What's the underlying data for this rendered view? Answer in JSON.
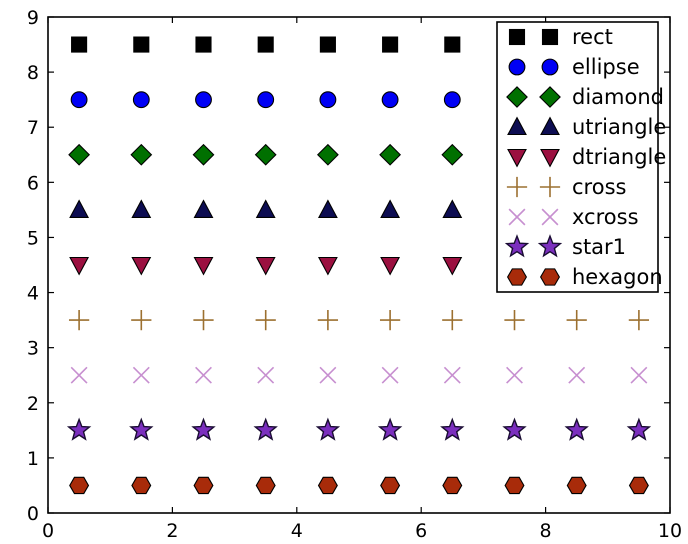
{
  "chart_data": {
    "type": "scatter",
    "title": "",
    "xlabel": "",
    "ylabel": "",
    "xlim": [
      0,
      10
    ],
    "ylim": [
      0,
      9
    ],
    "grid": false,
    "legend_position": "upper right",
    "x": [
      0.5,
      1.5,
      2.5,
      3.5,
      4.5,
      5.5,
      6.5,
      7.5,
      8.5,
      9.5
    ],
    "xticks": [
      "0",
      "2",
      "4",
      "6",
      "8",
      "10"
    ],
    "xtick_values": [
      0,
      2,
      4,
      6,
      8,
      10
    ],
    "yticks": [
      "0",
      "1",
      "2",
      "3",
      "4",
      "5",
      "6",
      "7",
      "8",
      "9"
    ],
    "ytick_values": [
      0,
      1,
      2,
      3,
      4,
      5,
      6,
      7,
      8,
      9
    ],
    "series": [
      {
        "name": "rect",
        "marker": "square",
        "y": 8.5,
        "values": [
          8.5,
          8.5,
          8.5,
          8.5,
          8.5,
          8.5,
          8.5,
          8.5,
          8.5,
          8.5
        ],
        "color": "#000000",
        "edge": "#000000"
      },
      {
        "name": "ellipse",
        "marker": "circle",
        "y": 7.5,
        "values": [
          7.5,
          7.5,
          7.5,
          7.5,
          7.5,
          7.5,
          7.5,
          7.5,
          7.5,
          7.5
        ],
        "color": "#0000f5",
        "edge": "#000000"
      },
      {
        "name": "diamond",
        "marker": "diamond",
        "y": 6.5,
        "values": [
          6.5,
          6.5,
          6.5,
          6.5,
          6.5,
          6.5,
          6.5,
          6.5,
          6.5,
          6.5
        ],
        "color": "#007000",
        "edge": "#000000"
      },
      {
        "name": "utriangle",
        "marker": "triangle-up",
        "y": 5.5,
        "values": [
          5.5,
          5.5,
          5.5,
          5.5,
          5.5,
          5.5,
          5.5,
          5.5,
          5.5,
          5.5
        ],
        "color": "#0d0d52",
        "edge": "#000000"
      },
      {
        "name": "dtriangle",
        "marker": "triangle-down",
        "y": 4.5,
        "values": [
          4.5,
          4.5,
          4.5,
          4.5,
          4.5,
          4.5,
          4.5,
          4.5,
          4.5,
          4.5
        ],
        "color": "#9b1040",
        "edge": "#000000"
      },
      {
        "name": "cross",
        "marker": "plus",
        "y": 3.5,
        "values": [
          3.5,
          3.5,
          3.5,
          3.5,
          3.5,
          3.5,
          3.5,
          3.5,
          3.5,
          3.5
        ],
        "color": "#9c7030",
        "edge": "#9c7030"
      },
      {
        "name": "xcross",
        "marker": "x",
        "y": 2.5,
        "values": [
          2.5,
          2.5,
          2.5,
          2.5,
          2.5,
          2.5,
          2.5,
          2.5,
          2.5,
          2.5
        ],
        "color": "#c78fd0",
        "edge": "#c78fd0"
      },
      {
        "name": "star1",
        "marker": "star",
        "y": 1.5,
        "values": [
          1.5,
          1.5,
          1.5,
          1.5,
          1.5,
          1.5,
          1.5,
          1.5,
          1.5,
          1.5
        ],
        "color": "#7b2fbe",
        "edge": "#1a0d33"
      },
      {
        "name": "hexagon",
        "marker": "hexagon",
        "y": 0.5,
        "values": [
          0.5,
          0.5,
          0.5,
          0.5,
          0.5,
          0.5,
          0.5,
          0.5,
          0.5,
          0.5
        ],
        "color": "#a82b0a",
        "edge": "#000000"
      }
    ]
  },
  "legend": {
    "entries": [
      {
        "label": "rect"
      },
      {
        "label": "ellipse"
      },
      {
        "label": "diamond"
      },
      {
        "label": "utriangle"
      },
      {
        "label": "dtriangle"
      },
      {
        "label": "cross"
      },
      {
        "label": "xcross"
      },
      {
        "label": "star1"
      },
      {
        "label": "hexagon"
      }
    ]
  }
}
